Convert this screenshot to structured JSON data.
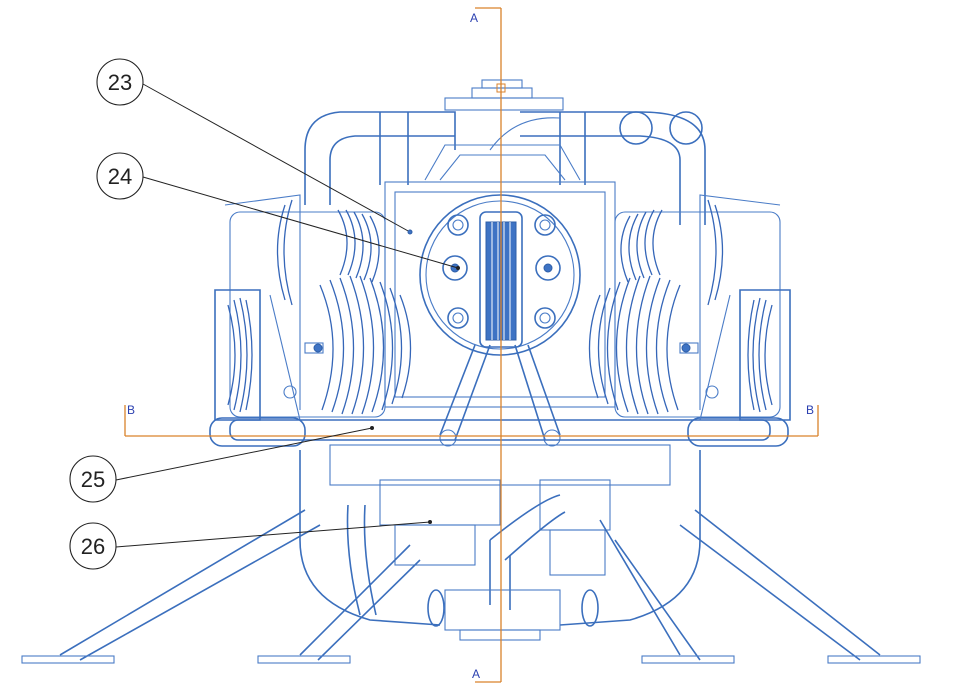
{
  "section_labels": {
    "a_top": "A",
    "a_bottom": "A",
    "b_left": "B",
    "b_right": "B"
  },
  "balloons": [
    {
      "id": "23",
      "label": "23"
    },
    {
      "id": "24",
      "label": "24"
    },
    {
      "id": "25",
      "label": "25"
    },
    {
      "id": "26",
      "label": "26"
    }
  ],
  "colors": {
    "linework": "#4a7cc7",
    "section_line": "#d9822b",
    "section_text": "#2a3fb0",
    "leader": "#222222"
  }
}
